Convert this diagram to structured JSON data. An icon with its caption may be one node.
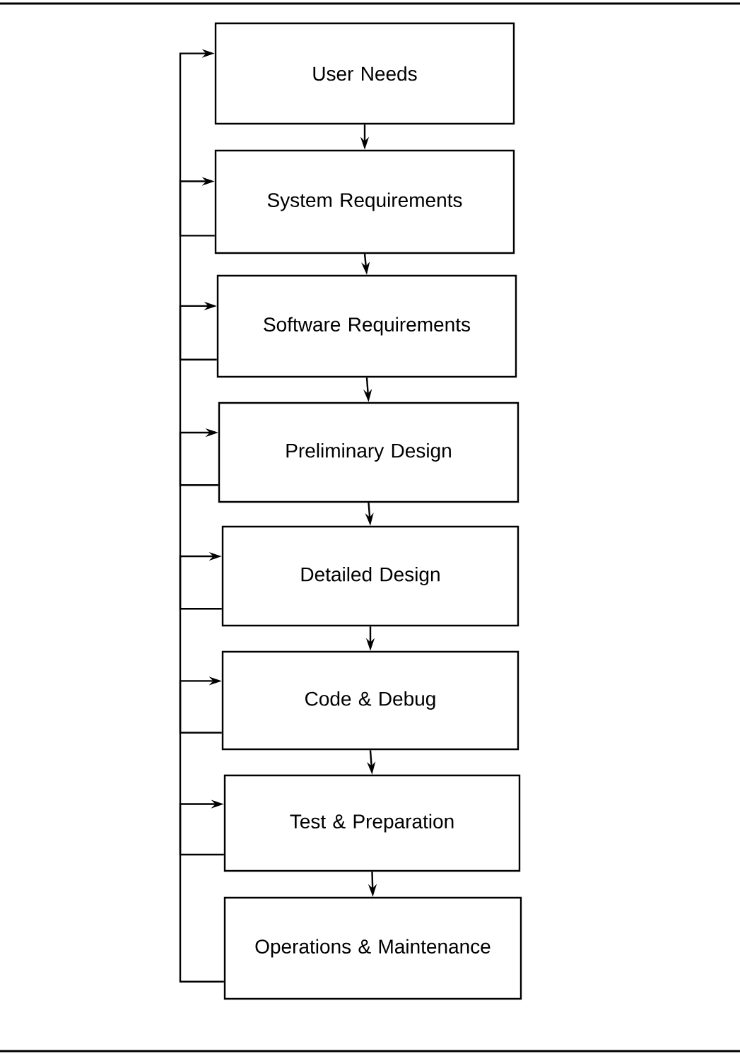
{
  "diagram": {
    "nodes": [
      {
        "text": [
          "User Needs"
        ]
      },
      {
        "text": [
          "System Requirements"
        ]
      },
      {
        "text": [
          "Software Requirements"
        ]
      },
      {
        "text": [
          "Preliminary Design"
        ]
      },
      {
        "text": [
          "Detailed Design"
        ]
      },
      {
        "text": [
          "Code & Debug"
        ]
      },
      {
        "text": [
          "Test & Preparation"
        ]
      },
      {
        "text": [
          "Operations & Maintenance"
        ]
      }
    ],
    "edges": [
      {
        "from": 0,
        "to": 1,
        "arrow": "to"
      },
      {
        "from": 1,
        "to": 2,
        "arrow": "to"
      },
      {
        "from": 2,
        "to": 3,
        "arrow": "to"
      },
      {
        "from": 3,
        "to": 4,
        "arrow": "to"
      },
      {
        "from": 4,
        "to": 5,
        "arrow": "to"
      },
      {
        "from": 5,
        "to": 6,
        "arrow": "to"
      },
      {
        "from": 6,
        "to": 7,
        "arrow": "to"
      },
      {
        "from": 1,
        "to": 0,
        "arrow": "to"
      },
      {
        "from": 2,
        "to": 1,
        "arrow": "to"
      },
      {
        "from": 3,
        "to": 2,
        "arrow": "to"
      },
      {
        "from": 4,
        "to": 3,
        "arrow": "to"
      },
      {
        "from": 5,
        "to": 4,
        "arrow": "to"
      },
      {
        "from": 6,
        "to": 5,
        "arrow": "to"
      },
      {
        "from": 7,
        "to": 6,
        "arrow": "to"
      }
    ]
  }
}
